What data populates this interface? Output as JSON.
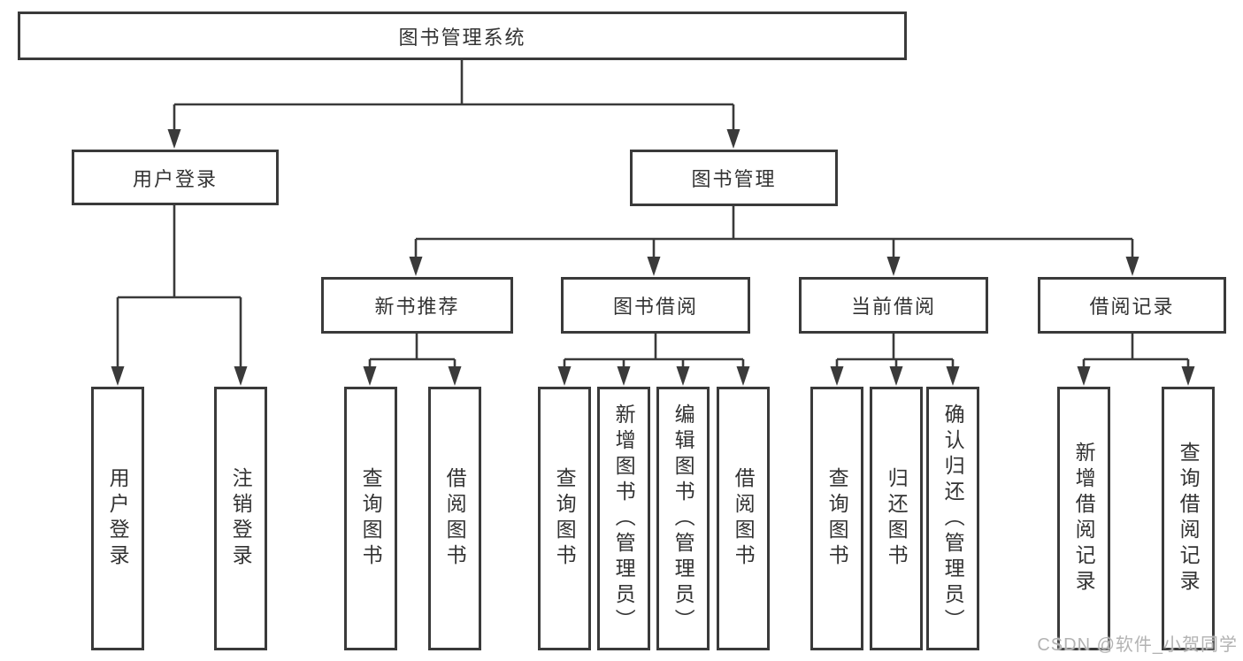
{
  "diagram": {
    "title": "图书管理系统",
    "type": "hierarchy-tree"
  },
  "tree": {
    "root": "图书管理系统",
    "level2": [
      {
        "label": "用户登录",
        "children": [
          "用户登录",
          "注销登录"
        ]
      },
      {
        "label": "图书管理",
        "children": [
          {
            "label": "新书推荐",
            "children": [
              "查询图书",
              "借阅图书"
            ]
          },
          {
            "label": "图书借阅",
            "children": [
              "查询图书",
              "新增图书（管理员）",
              "编辑图书（管理员）",
              "借阅图书"
            ]
          },
          {
            "label": "当前借阅",
            "children": [
              "查询图书",
              "归还图书",
              "确认归还（管理员）"
            ]
          },
          {
            "label": "借阅记录",
            "children": [
              "新增借阅记录",
              "查询借阅记录"
            ]
          }
        ]
      }
    ]
  },
  "watermark": {
    "text": "CSDN @软件_小贺同学"
  },
  "colors": {
    "line": "#3a3a3a",
    "box_border": "#3a3a3a",
    "text": "#333333",
    "watermark": "#b3b3b3",
    "background": "#ffffff"
  }
}
